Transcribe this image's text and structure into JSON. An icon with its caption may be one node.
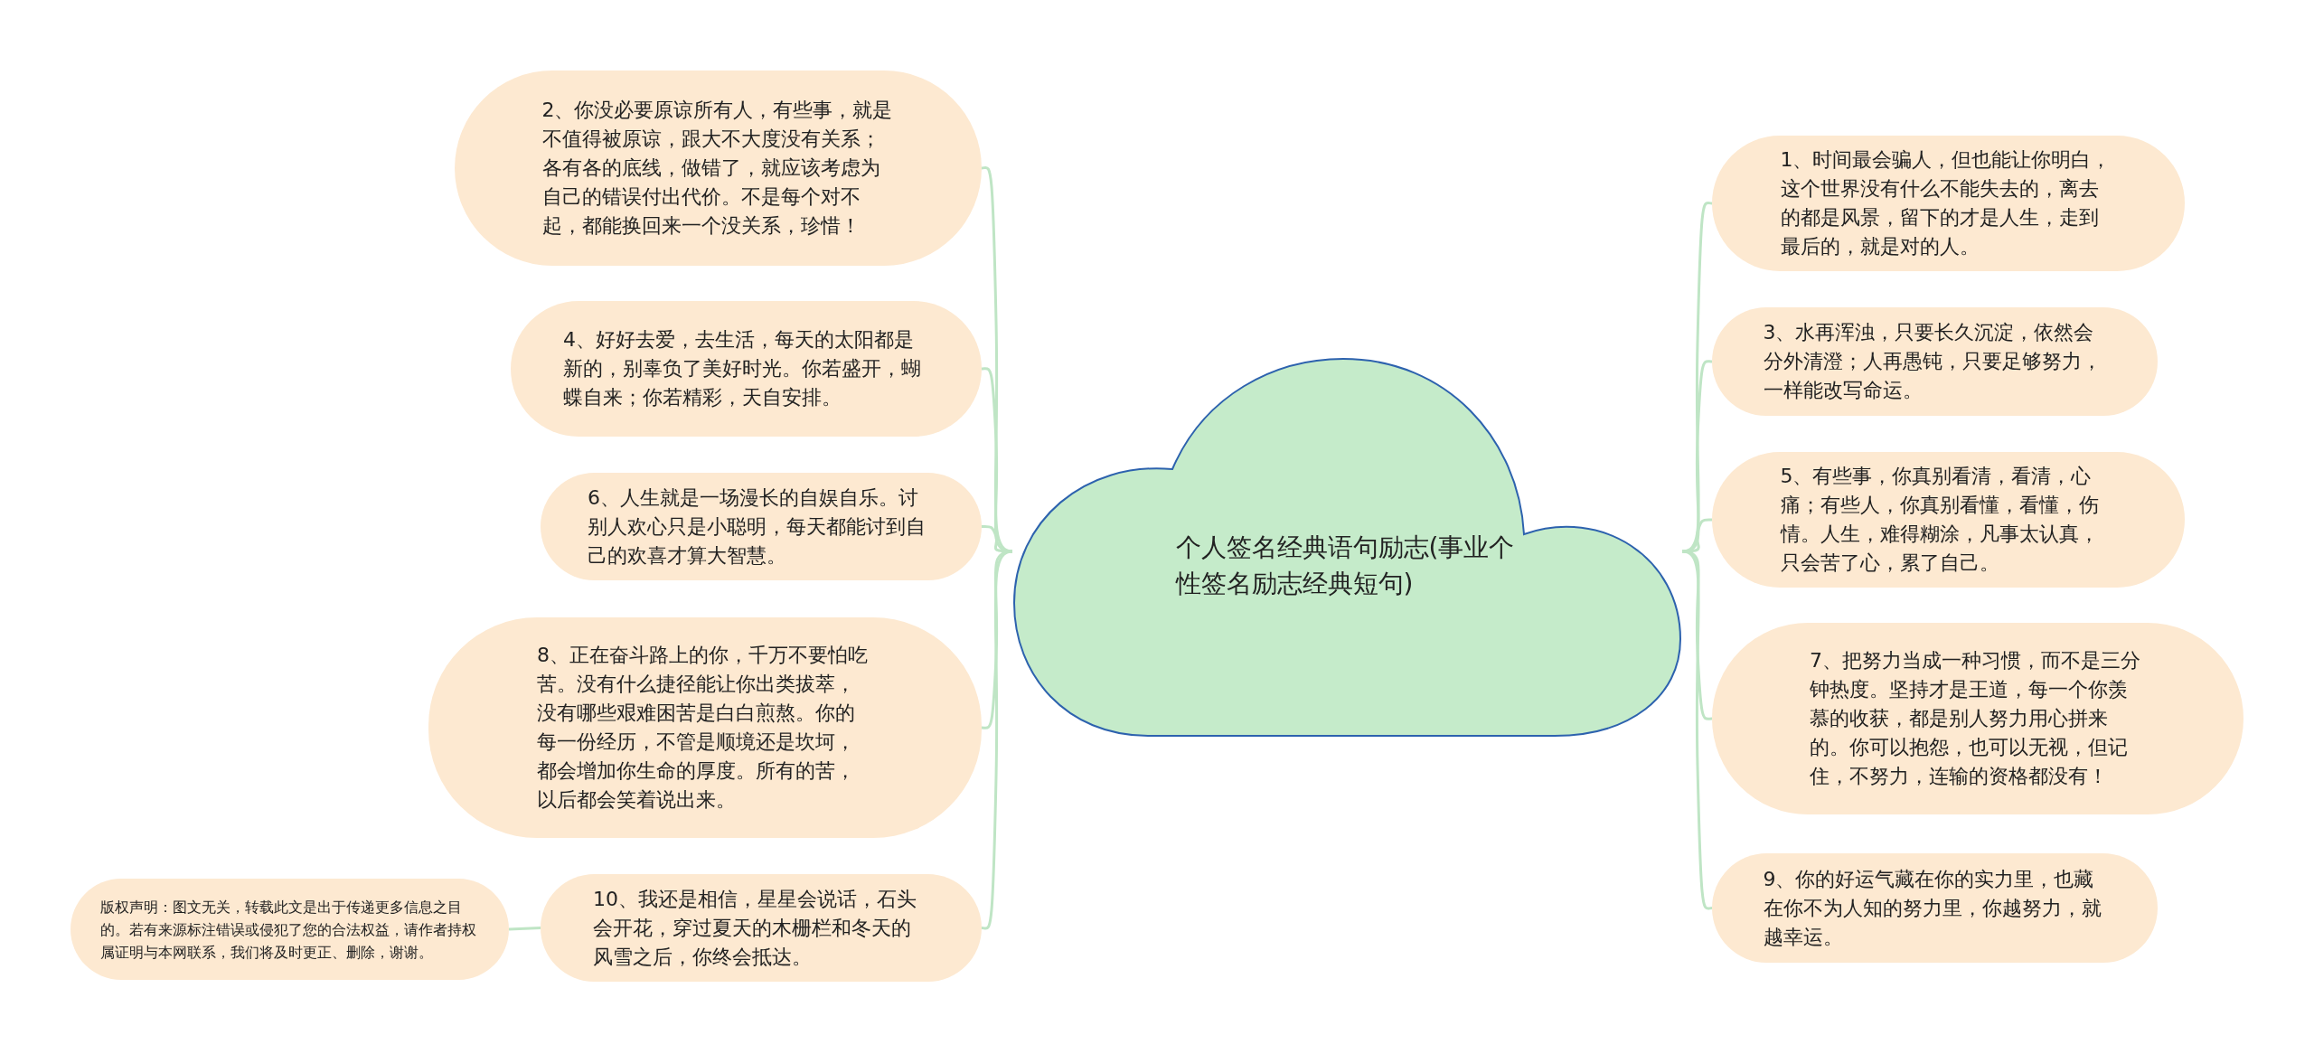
{
  "diagram": {
    "nodes": [
      {
        "text": [
          "个人签名经典语句励志(事业个性签名励志经典短句)"
        ]
      },
      {
        "text": [
          "1、时间最会骗人，但也能让你明白，这个世界没有什么不能失去的，离去的都是风景，留下的才是人生，走到最后的，就是对的人。"
        ]
      },
      {
        "text": [
          "2、你没必要原谅所有人，有些事，就是不值得被原谅，跟大不大度没有关系；各有各的底线，做错了，就应该考虑为自己的错误付出代价。不是每个对不起，都能换回来一个没关系，珍惜！"
        ]
      },
      {
        "text": [
          "3、水再浑浊，只要长久沉淀，依然会分外清澄；人再愚钝，只要足够努力，一样能改写命运。"
        ]
      },
      {
        "text": [
          "4、好好去爱，去生活，每天的太阳都是新的，别辜负了美好时光。你若盛开，蝴蝶自来；你若精彩，天自安排。"
        ]
      },
      {
        "text": [
          "5、有些事，你真别看清，看清，心痛；有些人，你真别看懂，看懂，伤情。人生，难得糊涂，凡事太认真，只会苦了心，累了自己。"
        ]
      },
      {
        "text": [
          "6、人生就是一场漫长的自娱自乐。讨别人欢心只是小聪明，每天都能讨到自己的欢喜才算大智慧。"
        ]
      },
      {
        "text": [
          "7、把努力当成一种习惯，而不是三分钟热度。坚持才是王道，每一个你羡慕的收获，都是别人努力用心拼来的。你可以抱怨，也可以无视，但记住，不努力，连输的资格都没有！"
        ]
      },
      {
        "text": [
          "8、正在奋斗路上的你，千万不要怕吃苦。没有什么捷径能让你出类拔萃，没有哪些艰难困苦是白白煎熬。你的每一份经历，不管是顺境还是坎坷，都会增加你生命的厚度。所有的苦，以后都会笑着说出来。"
        ]
      },
      {
        "text": [
          "9、你的好运气藏在你的实力里，也藏在你不为人知的努力里，你越努力，就越幸运。"
        ]
      },
      {
        "text": [
          "10、我还是相信，星星会说话，石头会开花，穿过夏天的木栅栏和冬天的风雪之后，你终会抵达。"
        ]
      },
      {
        "text": [
          "版权声明：图文无关，转载此文是出于传递更多信息之目的。若有来源标注错误或侵犯了您的合法权益，请作者持权属证明与本网联系，我们将及时更正、删除，谢谢。"
        ]
      }
    ],
    "edges": [
      {
        "from": 0,
        "to": 1,
        "arrow": "none"
      },
      {
        "from": 0,
        "to": 2,
        "arrow": "none"
      },
      {
        "from": 0,
        "to": 3,
        "arrow": "none"
      },
      {
        "from": 0,
        "to": 4,
        "arrow": "none"
      },
      {
        "from": 0,
        "to": 5,
        "arrow": "none"
      },
      {
        "from": 0,
        "to": 6,
        "arrow": "none"
      },
      {
        "from": 0,
        "to": 7,
        "arrow": "none"
      },
      {
        "from": 0,
        "to": 8,
        "arrow": "none"
      },
      {
        "from": 0,
        "to": 9,
        "arrow": "none"
      },
      {
        "from": 0,
        "to": 10,
        "arrow": "none"
      },
      {
        "from": 10,
        "to": 11,
        "arrow": "none"
      }
    ]
  }
}
